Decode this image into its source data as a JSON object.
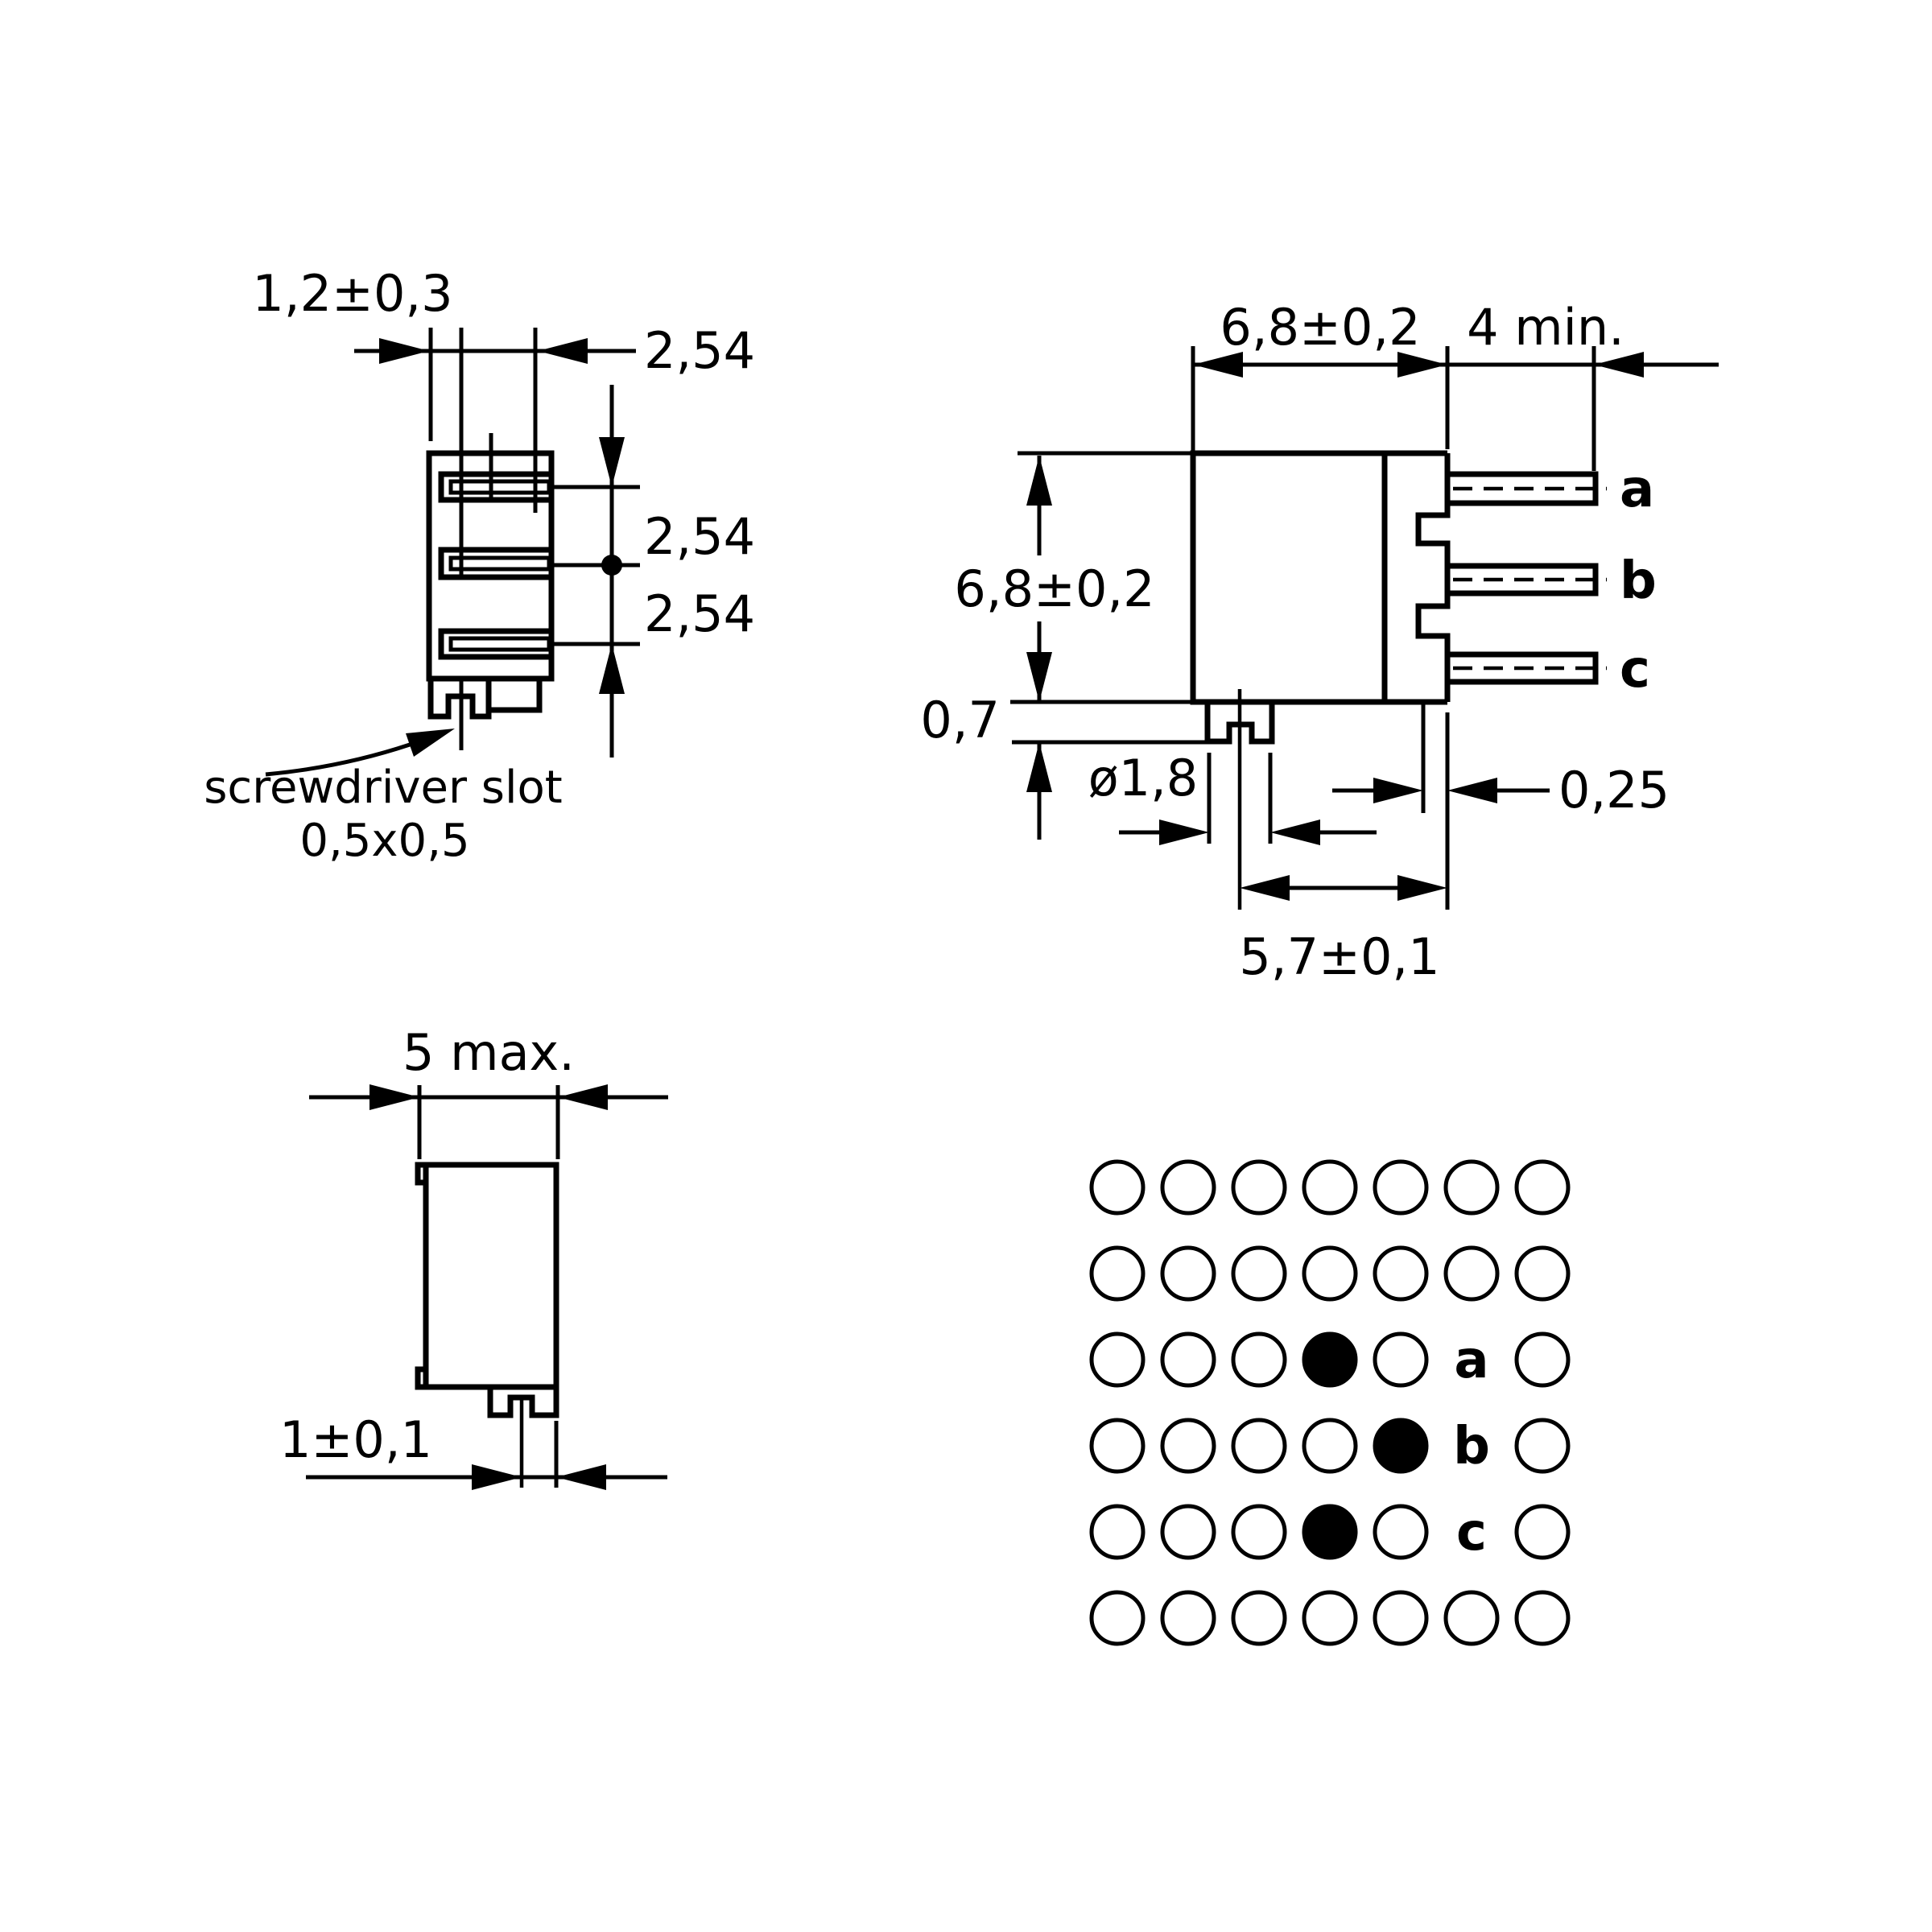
{
  "drawing": {
    "front": {
      "pin_offset": "1,2±0,3",
      "pitch_top": "2,54",
      "pitch_right_upper": "2,54",
      "pitch_right_lower": "2,54",
      "note_line1": "screwdriver slot",
      "note_line2": "0,5x0,5"
    },
    "side": {
      "body_width": "6,8±0,2",
      "pin_length": "4 min.",
      "body_height": "6,8±0,2",
      "boss_height": "0,7",
      "shaft_diameter": "ø1,8",
      "pin_thickness": "0,25",
      "shaft_to_pin": "5,7±0,1",
      "pin_a": "a",
      "pin_b": "b",
      "pin_c": "c"
    },
    "top": {
      "depth": "5 max.",
      "shaft_offset": "1±0,1"
    },
    "pcb": {
      "rows": 6,
      "cols": 7,
      "col_start": 1388,
      "col_step": 88,
      "row_start": 1475,
      "row_step": 107,
      "hole_radius": 32,
      "filled": [
        [
          2,
          3
        ],
        [
          3,
          4
        ],
        [
          4,
          3
        ]
      ],
      "labels": [
        {
          "row": 2,
          "col": 5,
          "text": "a"
        },
        {
          "row": 3,
          "col": 5,
          "text": "b"
        },
        {
          "row": 4,
          "col": 5,
          "text": "c"
        }
      ]
    }
  }
}
